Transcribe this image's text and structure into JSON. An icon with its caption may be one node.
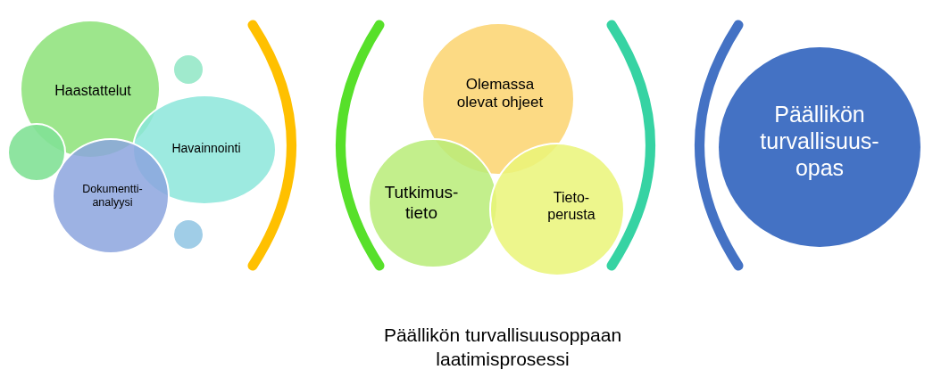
{
  "diagram": {
    "caption": "Päällikön turvallisuusoppaan laatimisprosessi",
    "nodes": [
      {
        "text": [
          "Haastattelut"
        ]
      },
      {
        "text": [
          "Havainnointi"
        ]
      },
      {
        "text": [
          "Dokumentti-analyysi"
        ]
      },
      {
        "text": [],
        "shape": "circle"
      },
      {
        "text": [],
        "shape": "circle"
      },
      {
        "text": [],
        "shape": "circle"
      },
      {
        "text": [
          "Olemassa olevat ohjeet"
        ]
      },
      {
        "text": [
          "Tutkimus-tieto"
        ]
      },
      {
        "text": [
          "Tieto-perusta"
        ]
      },
      {
        "text": [
          "Päällikön turvallisuus-opas"
        ]
      }
    ],
    "edges": []
  }
}
